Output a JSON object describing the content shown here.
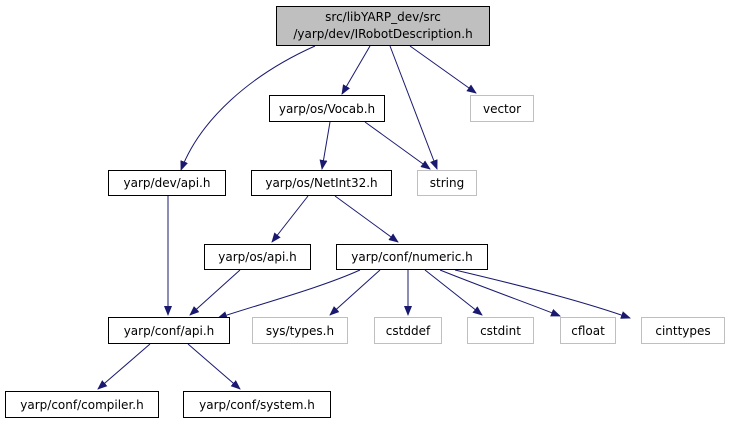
{
  "root": {
    "line1": "src/libYARP_dev/src",
    "line2": "/yarp/dev/IRobotDescription.h"
  },
  "nodes": {
    "vocab": "yarp/os/Vocab.h",
    "vector": "vector",
    "dev_api": "yarp/dev/api.h",
    "netint32": "yarp/os/NetInt32.h",
    "string": "string",
    "os_api": "yarp/os/api.h",
    "numeric": "yarp/conf/numeric.h",
    "conf_api": "yarp/conf/api.h",
    "sys_types": "sys/types.h",
    "cstddef": "cstddef",
    "cstdint": "cstdint",
    "cfloat": "cfloat",
    "cinttypes": "cinttypes",
    "compiler": "yarp/conf/compiler.h",
    "system": "yarp/conf/system.h"
  },
  "colors": {
    "edge": "#191970",
    "root_fill": "#bfbfbf",
    "ext_border": "#bfbfbf"
  }
}
